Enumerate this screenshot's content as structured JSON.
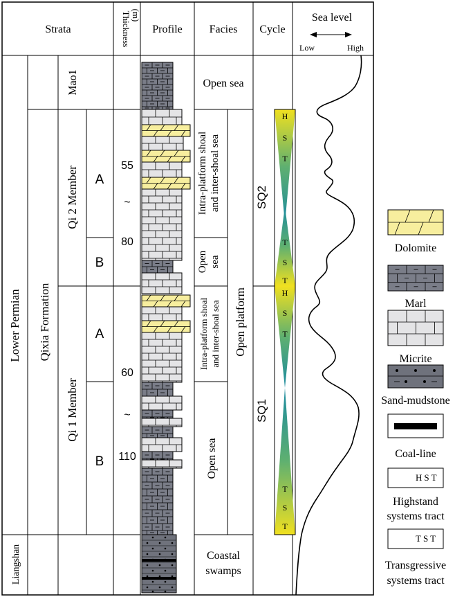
{
  "header": {
    "strata": "Strata",
    "thickness": "Thickness",
    "thickness_unit": "(m)",
    "profile": "Profile",
    "facies": "Facies",
    "cycle": "Cycle",
    "sea_level": "Sea level",
    "low": "Low",
    "high": "High"
  },
  "strata": {
    "series": "Lower Permian",
    "formation": "Qixia  Formation",
    "liangshan": "Liangshan",
    "mao1": "Mao1",
    "qi2_member": "Qi  2  Member",
    "qi1_member": "Qi  1  Member",
    "sub_a": "A",
    "sub_b": "B"
  },
  "thickness": {
    "qi2_min": "55",
    "qi2_tilde": "~",
    "qi2_max": "80",
    "qi1_min": "60",
    "qi1_tilde": "~",
    "qi1_max": "110"
  },
  "facies": {
    "open_sea_top": "Open sea",
    "shoal_top_line1": "Intra-platform shoal",
    "shoal_top_line2": "and inter-shoal sea",
    "open_sea_mid_line1": "Open",
    "open_sea_mid_line2": "sea",
    "shoal_low_line1": "Intra-platform shoal",
    "shoal_low_line2": "and inter-shoal sea",
    "open_sea_low": "Open sea",
    "open_platform": "Open platform",
    "coastal_line1": "Coastal",
    "coastal_line2": "swamps"
  },
  "cycle": {
    "sq2": "SQ2",
    "sq1": "SQ1",
    "letters_h": "H",
    "letters_s": "S",
    "letters_t": "T"
  },
  "legend": {
    "dolomite": "Dolomite",
    "marl": "Marl",
    "micrite": "Micrite",
    "sand_mudstone": "Sand-mudstone",
    "coal_line": "Coal-line",
    "hst_box": "HST",
    "hst_line1": "Highstand",
    "hst_line2": "systems tract",
    "tst_box": "TST",
    "tst_line1": "Transgressive",
    "tst_line2": "systems tract"
  },
  "colors": {
    "dolomite": "#f7ee9e",
    "marl": "#7a7d88",
    "micrite": "#e4e4e6",
    "sand_mudstone": "#6f727c",
    "coal": "#000000",
    "cycle_yellow": "#f0e020",
    "cycle_teal": "#1a8aa0"
  }
}
